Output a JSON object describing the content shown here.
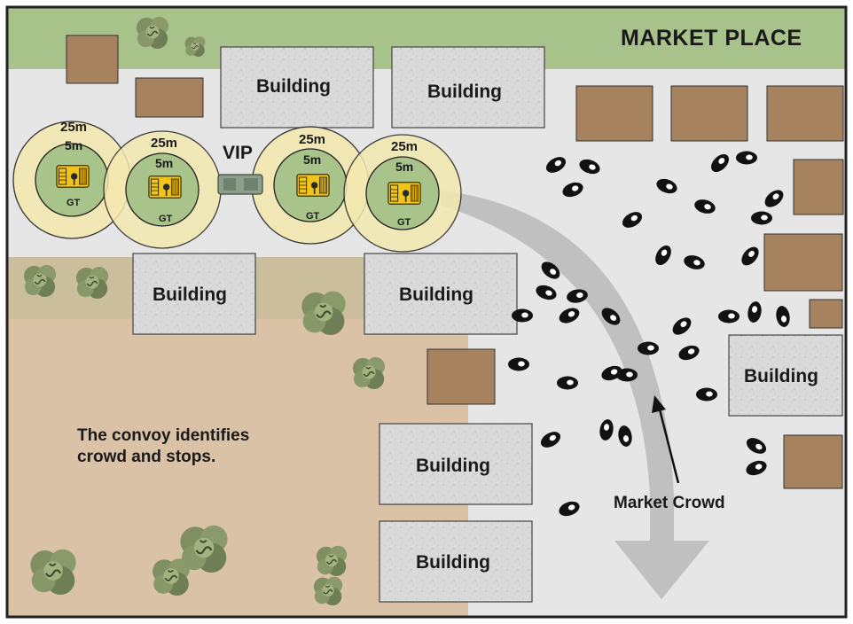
{
  "title": "MARKET PLACE",
  "convoy": {
    "vip_label": "VIP",
    "outer_radius_label": "25m",
    "inner_radius_label": "5m",
    "vehicle_label": "GT"
  },
  "building_label": "Building",
  "caption_line1": "The convoy identifies",
  "caption_line2": "crowd and stops.",
  "crowd_label": "Market Crowd",
  "colors": {
    "market_strip": "#a8c28c",
    "road": "#e6e6e6",
    "field": "#d9c2a6",
    "field_green": "#b9b993",
    "building": "#dcdcdc",
    "hut": "#a6825e",
    "outer_ring": "#f4e9b0",
    "inner_ring": "#a8c48a",
    "vehicle": "#f0c419",
    "vip_vehicle": "#8c9f8c",
    "arrow": "#b8b8b8"
  },
  "icons": [
    "tree-icon",
    "vehicle-icon",
    "person-icon",
    "arrow-icon"
  ]
}
